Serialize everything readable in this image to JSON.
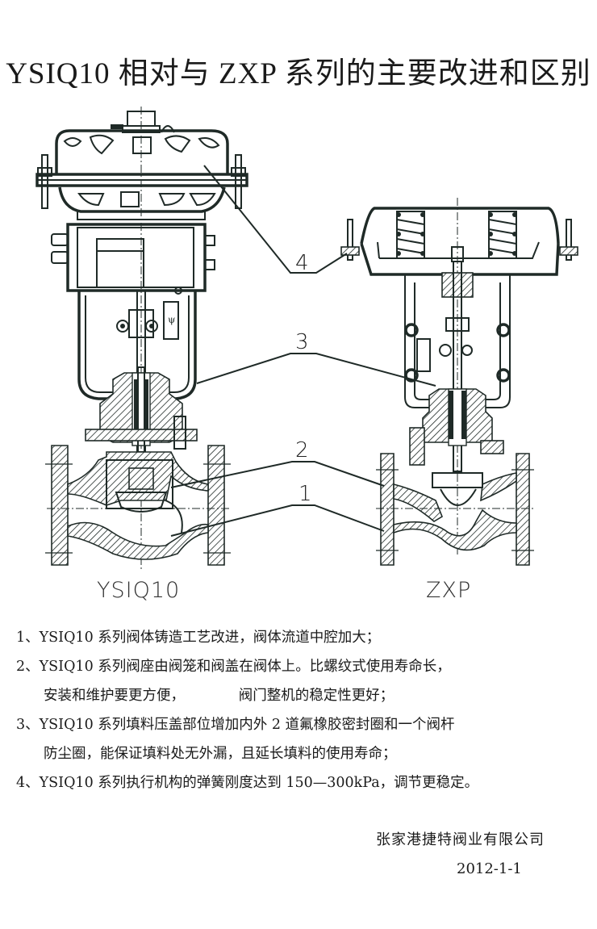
{
  "title": "YSIQ10 相对与 ZXP 系列的主要改进和区别",
  "diagram": {
    "left_model": "YSIQ10",
    "right_model": "ZXP",
    "callouts": [
      "4",
      "3",
      "2",
      "1"
    ]
  },
  "notes": [
    {
      "lines": [
        "1、YSIQ10 系列阀体铸造工艺改进，阀体流道中腔加大；"
      ]
    },
    {
      "lines": [
        "2、YSIQ10 系列阀座由阀笼和阀盖在阀体上。比螺纹式使用寿命长，",
        "安装和维护要更方便，            阀门整机的稳定性更好；"
      ]
    },
    {
      "lines": [
        "3、YSIQ10 系列填料压盖部位增加内外 2 道氟橡胶密封圈和一个阀杆",
        "防尘圈，能保证填料处无外漏，且延长填料的使用寿命；"
      ]
    },
    {
      "lines": [
        "4、YSIQ10 系列执行机构的弹簧刚度达到 150—300kPa，调节更稳定。"
      ]
    }
  ],
  "footer": {
    "company": "张家港捷特阀业有限公司",
    "date": "2012-1-1"
  }
}
